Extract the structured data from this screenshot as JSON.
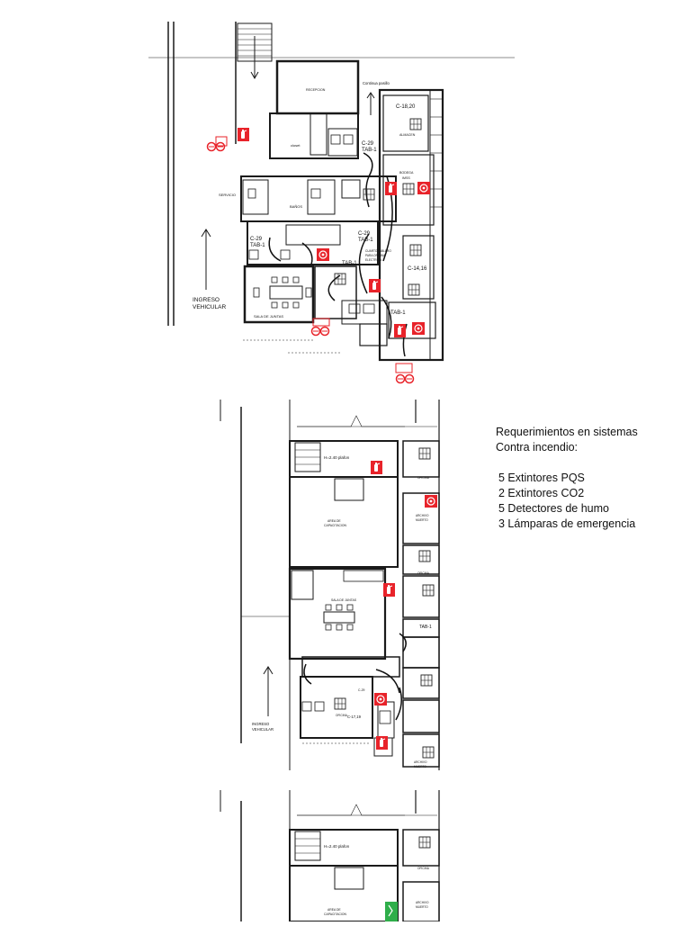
{
  "requirements": {
    "title_line1": "Requerimientos en sistemas",
    "title_line2": "Contra incendio:",
    "items": [
      "5 Extintores PQS",
      "2 Extintores CO2",
      "5 Detectores de humo",
      "3 Lámparas de emergencia"
    ]
  },
  "plan1": {
    "ingreso_line1": "INGRESO",
    "ingreso_line2": "VEHICULAR",
    "sala_juntas": "SALA DE JUNTAS",
    "servicio": "SERVICIO",
    "sanitario": "BAÑOS",
    "closet": "closet",
    "almacen": "ALMACEN",
    "bodega_line1": "BODEGA",
    "bodega_line2": "IMSS",
    "continua_pasillo": "Continua pasillo",
    "tab_1a": "C-29",
    "tab_1b": "TAB-1",
    "tab_2a": "C-29",
    "tab_2b": "TAB-1",
    "tab_3a": "C-29",
    "tab_3b": "TAB-1",
    "tab_4": "TAB-1",
    "tab_5": "TAB-1",
    "c_18": "C-18,20",
    "c_14": "C-14,16",
    "recepcion": "RECEPCION",
    "cuarto_electrico_1": "CUARTO TABLERO",
    "cuarto_electrico_2": "PARA OFICINA",
    "cuarto_electrico_3": "ELECTRICA"
  },
  "plan2": {
    "plafon": "H=2.40 plafon",
    "area_line1": "AREA DE",
    "area_line2": "CAPACITACION",
    "sala_juntas": "SALA DE JUNTAS",
    "oficina": "OFICINA",
    "archivo_line1": "ARCHIVO",
    "archivo_line2": "MUERTO",
    "tab": "TAB-1",
    "c_17": "C-17,19",
    "c_29": "C-29",
    "ingreso_line1": "INGRESO",
    "ingreso_line2": "VEHICULAR"
  },
  "plan3": {
    "plafon": "H=2.40 plafon",
    "area_line1": "AREA DE",
    "area_line2": "CAPACITACION",
    "oficina": "OFICINA",
    "archivo_line1": "ARCHIVO",
    "archivo_line2": "MUERTO"
  },
  "colors": {
    "wall": "#1a1a1a",
    "extinguisher_red": "#e8232a",
    "exit_green": "#2fae4a",
    "circuit": "#111111"
  },
  "icons": [
    "fire-extinguisher-icon",
    "smoke-detector-icon",
    "emergency-lamp-icon",
    "exit-sign-icon",
    "arrow-up-icon",
    "stair-icon"
  ]
}
